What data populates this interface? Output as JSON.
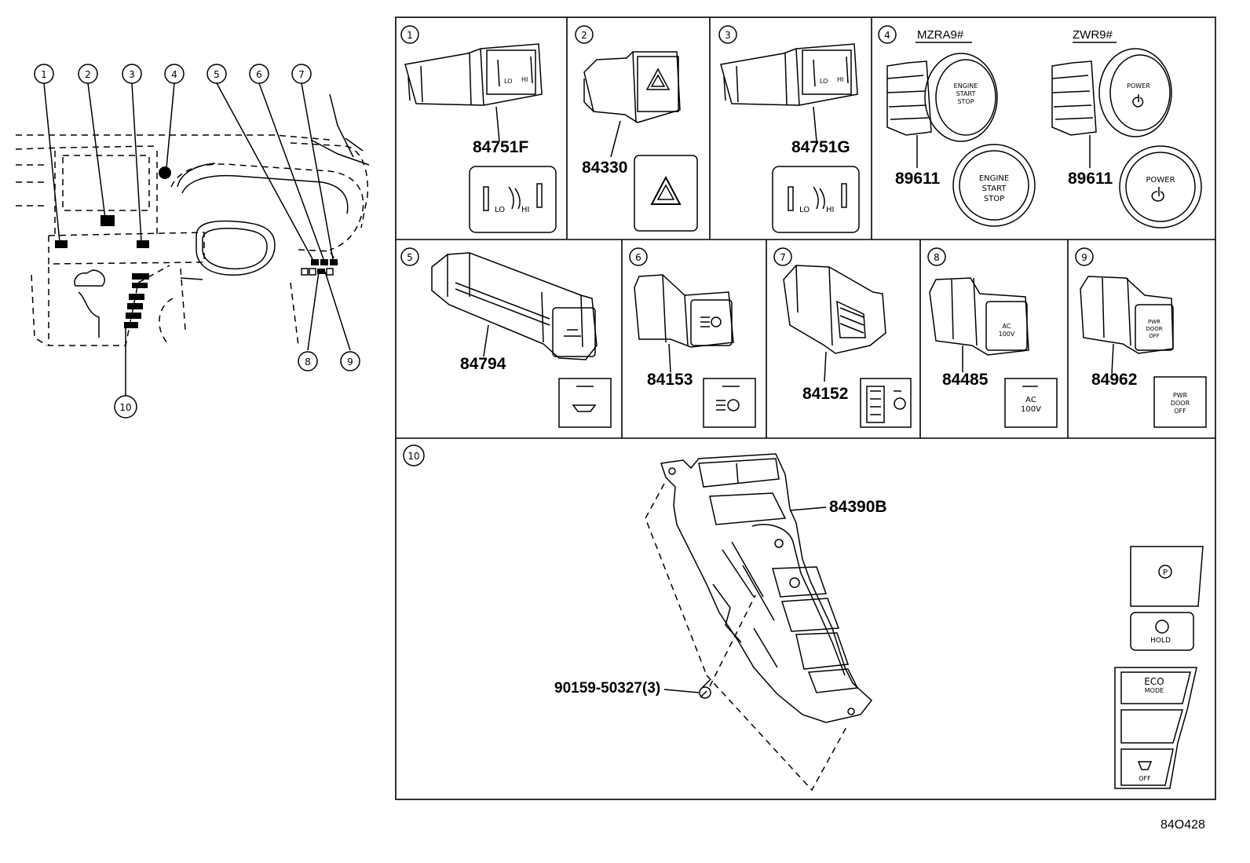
{
  "diagram_code": "84O428",
  "overview_callouts": [
    "1",
    "2",
    "3",
    "4",
    "5",
    "6",
    "7",
    "8",
    "9",
    "10"
  ],
  "panels": [
    {
      "num": "1",
      "part": "84751F",
      "symbol_text": [
        "LO",
        "HI"
      ]
    },
    {
      "num": "2",
      "part": "84330"
    },
    {
      "num": "3",
      "part": "84751G",
      "symbol_text": [
        "LO",
        "HI"
      ]
    },
    {
      "num": "4",
      "part_a": "89611",
      "part_b": "89611",
      "model_a": "MZRA9#",
      "model_b": "ZWR9#",
      "button_a": [
        "ENGINE",
        "START",
        "STOP"
      ],
      "button_b": "POWER"
    },
    {
      "num": "5",
      "part": "84794"
    },
    {
      "num": "6",
      "part": "84153"
    },
    {
      "num": "7",
      "part": "84152"
    },
    {
      "num": "8",
      "part": "84485",
      "symbol_text": [
        "AC",
        "100V"
      ]
    },
    {
      "num": "9",
      "part": "84962",
      "symbol_text": [
        "PWR",
        "DOOR",
        "OFF"
      ]
    },
    {
      "num": "10",
      "part": "84390B",
      "screw": "90159-50327(3)",
      "switch_labels": {
        "p": "P",
        "hold": "HOLD",
        "eco": [
          "ECO",
          "MODE"
        ],
        "off": "OFF"
      }
    }
  ]
}
